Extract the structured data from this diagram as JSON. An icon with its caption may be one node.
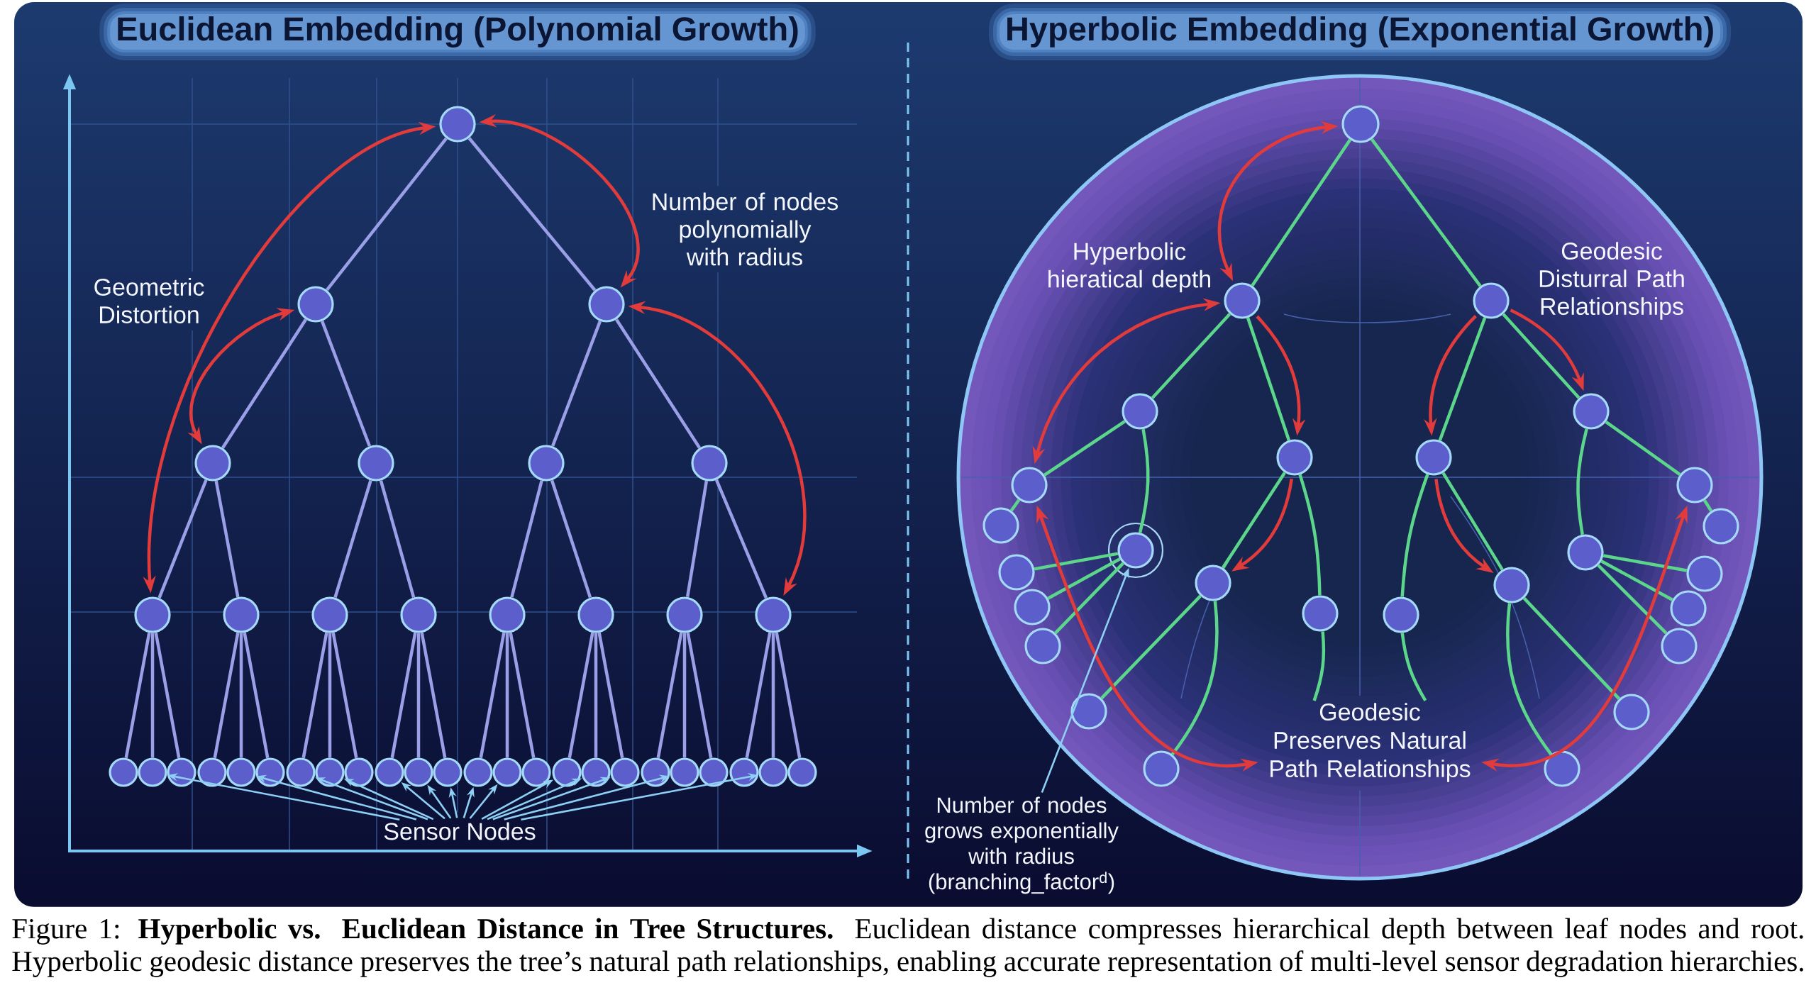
{
  "diagram": {
    "caption": "Figure 1: **Hyperbolic vs. Euclidean Distance in Tree Structures.** Euclidean distance compresses hierarchical depth between leaf nodes and root. Hyperbolic geodesic distance preserves the tree’s natural path relationships, enabling accurate representation of multi-level sensor degradation hierarchies.",
    "nodes": [
      {
        "text": [],
        "shape": "circle"
      },
      {
        "text": [],
        "shape": "circle"
      },
      {
        "text": [],
        "shape": "circle"
      },
      {
        "text": [],
        "shape": "circle"
      },
      {
        "text": [],
        "shape": "circle"
      },
      {
        "text": [],
        "shape": "circle"
      },
      {
        "text": [],
        "shape": "circle"
      },
      {
        "text": [],
        "shape": "circle"
      },
      {
        "text": [],
        "shape": "circle"
      },
      {
        "text": [],
        "shape": "circle"
      },
      {
        "text": [],
        "shape": "circle"
      },
      {
        "text": [],
        "shape": "circle"
      },
      {
        "text": [],
        "shape": "circle"
      },
      {
        "text": [],
        "shape": "circle"
      },
      {
        "text": [],
        "shape": "circle"
      },
      {
        "text": [],
        "shape": "circle"
      },
      {
        "text": [],
        "shape": "circle"
      },
      {
        "text": [],
        "shape": "circle"
      },
      {
        "text": [],
        "shape": "circle"
      },
      {
        "text": [],
        "shape": "circle"
      },
      {
        "text": [],
        "shape": "circle"
      },
      {
        "text": [],
        "shape": "circle"
      },
      {
        "text": [],
        "shape": "circle"
      },
      {
        "text": [],
        "shape": "circle"
      },
      {
        "text": [],
        "shape": "circle"
      },
      {
        "text": [],
        "shape": "circle"
      },
      {
        "text": [],
        "shape": "circle"
      },
      {
        "text": [],
        "shape": "circle"
      },
      {
        "text": [],
        "shape": "circle"
      },
      {
        "text": [],
        "shape": "circle"
      },
      {
        "text": [],
        "shape": "circle"
      },
      {
        "text": [],
        "shape": "circle"
      },
      {
        "text": [],
        "shape": "circle"
      },
      {
        "text": [],
        "shape": "circle"
      },
      {
        "text": [],
        "shape": "circle"
      },
      {
        "text": [],
        "shape": "circle"
      },
      {
        "text": [],
        "shape": "circle"
      },
      {
        "text": [],
        "shape": "circle"
      },
      {
        "text": [],
        "shape": "circle"
      },
      {
        "text": [
          "Sensor Nodes"
        ]
      },
      {
        "text": [],
        "shape": "circle"
      },
      {
        "text": [],
        "shape": "circle",
        "in": 40
      },
      {
        "text": [],
        "shape": "circle",
        "in": 40
      },
      {
        "text": [],
        "shape": "circle",
        "in": 40
      },
      {
        "text": [],
        "shape": "circle",
        "in": 40
      },
      {
        "text": [],
        "shape": "circle",
        "in": 40
      },
      {
        "text": [],
        "shape": "circle",
        "in": 40
      },
      {
        "text": [],
        "shape": "circle",
        "in": 40
      },
      {
        "text": [],
        "shape": "circle",
        "in": 40
      },
      {
        "text": [],
        "shape": "circle",
        "in": 40
      },
      {
        "text": [],
        "shape": "circle",
        "in": 40
      },
      {
        "text": [],
        "shape": "circle",
        "in": 40
      },
      {
        "text": [],
        "shape": "circle",
        "in": 40
      },
      {
        "text": [],
        "shape": "circle",
        "in": 40
      },
      {
        "text": [],
        "shape": "circle",
        "in": 40
      },
      {
        "text": [],
        "shape": "circle",
        "in": 40
      },
      {
        "text": [],
        "shape": "circle",
        "in": 40
      },
      {
        "text": [],
        "shape": "circle",
        "in": 40
      },
      {
        "text": [],
        "shape": "circle",
        "in": 40
      },
      {
        "text": [],
        "shape": "circle",
        "in": 40
      },
      {
        "text": [],
        "shape": "circle",
        "in": 40
      },
      {
        "text": [],
        "shape": "circle",
        "in": 40
      },
      {
        "text": [],
        "shape": "circle",
        "in": 40
      },
      {
        "text": [],
        "shape": "circle",
        "in": 40
      },
      {
        "text": [],
        "shape": "circle",
        "in": 40
      },
      {
        "text": [],
        "shape": "circle",
        "in": 40
      },
      {
        "text": [],
        "shape": "circle",
        "in": 40
      },
      {
        "text": [],
        "shape": "circle",
        "in": 40
      },
      {
        "text": [
          "Geodesic Preserves Natural Path Relationships"
        ],
        "in": 40
      },
      {
        "text": [
          "Number of nodes grows exponentially with radius (branching_factor$^{d}$)"
        ]
      }
    ],
    "edges": [
      {
        "from": 0,
        "to": 1,
        "arrow": "none"
      },
      {
        "from": 0,
        "to": 2,
        "arrow": "none"
      },
      {
        "from": 1,
        "to": 3,
        "arrow": "none"
      },
      {
        "from": 1,
        "to": 4,
        "arrow": "none"
      },
      {
        "from": 2,
        "to": 5,
        "arrow": "none"
      },
      {
        "from": 2,
        "to": 6,
        "arrow": "none"
      },
      {
        "from": 3,
        "to": 7,
        "arrow": "none"
      },
      {
        "from": 3,
        "to": 8,
        "arrow": "none"
      },
      {
        "from": 4,
        "to": 9,
        "arrow": "none"
      },
      {
        "from": 4,
        "to": 10,
        "arrow": "none"
      },
      {
        "from": 5,
        "to": 11,
        "arrow": "none"
      },
      {
        "from": 5,
        "to": 12,
        "arrow": "none"
      },
      {
        "from": 6,
        "to": 13,
        "arrow": "none"
      },
      {
        "from": 6,
        "to": 14,
        "arrow": "none"
      },
      {
        "from": 7,
        "to": 15,
        "arrow": "none"
      },
      {
        "from": 7,
        "to": 16,
        "arrow": "none"
      },
      {
        "from": 7,
        "to": 17,
        "arrow": "none"
      },
      {
        "from": 8,
        "to": 18,
        "arrow": "none"
      },
      {
        "from": 8,
        "to": 19,
        "arrow": "none"
      },
      {
        "from": 8,
        "to": 20,
        "arrow": "none"
      },
      {
        "from": 9,
        "to": 21,
        "arrow": "none"
      },
      {
        "from": 9,
        "to": 22,
        "arrow": "none"
      },
      {
        "from": 9,
        "to": 23,
        "arrow": "none"
      },
      {
        "from": 10,
        "to": 24,
        "arrow": "none"
      },
      {
        "from": 10,
        "to": 25,
        "arrow": "none"
      },
      {
        "from": 10,
        "to": 26,
        "arrow": "none"
      },
      {
        "from": 11,
        "to": 27,
        "arrow": "none"
      },
      {
        "from": 11,
        "to": 28,
        "arrow": "none"
      },
      {
        "from": 11,
        "to": 29,
        "arrow": "none"
      },
      {
        "from": 12,
        "to": 30,
        "arrow": "none"
      },
      {
        "from": 12,
        "to": 31,
        "arrow": "none"
      },
      {
        "from": 12,
        "to": 32,
        "arrow": "none"
      },
      {
        "from": 13,
        "to": 33,
        "arrow": "none"
      },
      {
        "from": 13,
        "to": 34,
        "arrow": "none"
      },
      {
        "from": 13,
        "to": 35,
        "arrow": "none"
      },
      {
        "from": 14,
        "to": 36,
        "arrow": "none"
      },
      {
        "from": 14,
        "to": 37,
        "arrow": "none"
      },
      {
        "from": 14,
        "to": 38,
        "arrow": "none"
      },
      {
        "from": 0,
        "to": 7,
        "arrow": "both",
        "color": "#e23b3b"
      },
      {
        "from": 0,
        "to": 2,
        "arrow": "both",
        "color": "#e23b3b"
      },
      {
        "from": 1,
        "to": 3,
        "arrow": "both",
        "color": "#e23b3b"
      },
      {
        "from": 2,
        "to": 14,
        "arrow": "both",
        "color": "#e23b3b"
      },
      {
        "from": 39,
        "to": 16,
        "arrow": "to",
        "color": "#8ecff4"
      },
      {
        "from": 39,
        "to": 19,
        "arrow": "to",
        "color": "#8ecff4"
      },
      {
        "from": 39,
        "to": 21,
        "arrow": "to",
        "color": "#8ecff4"
      },
      {
        "from": 39,
        "to": 22,
        "arrow": "to",
        "color": "#8ecff4"
      },
      {
        "from": 39,
        "to": 24,
        "arrow": "to",
        "color": "#8ecff4"
      },
      {
        "from": 39,
        "to": 25,
        "arrow": "to",
        "color": "#8ecff4"
      },
      {
        "from": 39,
        "to": 26,
        "arrow": "to",
        "color": "#8ecff4"
      },
      {
        "from": 39,
        "to": 27,
        "arrow": "to",
        "color": "#8ecff4"
      },
      {
        "from": 39,
        "to": 28,
        "arrow": "to",
        "color": "#8ecff4"
      },
      {
        "from": 39,
        "to": 30,
        "arrow": "to",
        "color": "#8ecff4"
      },
      {
        "from": 39,
        "to": 31,
        "arrow": "to",
        "color": "#8ecff4"
      },
      {
        "from": 39,
        "to": 32,
        "arrow": "to",
        "color": "#8ecff4"
      },
      {
        "from": 39,
        "to": 34,
        "arrow": "to",
        "color": "#8ecff4"
      },
      {
        "from": 39,
        "to": 37,
        "arrow": "to",
        "color": "#8ecff4"
      },
      {
        "from": 41,
        "to": 42,
        "arrow": "none",
        "color": "#5cd68a"
      },
      {
        "from": 41,
        "to": 43,
        "arrow": "none",
        "color": "#5cd68a"
      },
      {
        "from": 42,
        "to": 44,
        "arrow": "none",
        "color": "#5cd68a"
      },
      {
        "from": 42,
        "to": 45,
        "arrow": "none",
        "color": "#5cd68a"
      },
      {
        "from": 43,
        "to": 46,
        "arrow": "none",
        "color": "#5cd68a"
      },
      {
        "from": 43,
        "to": 47,
        "arrow": "none",
        "color": "#5cd68a"
      },
      {
        "from": 44,
        "to": 48,
        "arrow": "none",
        "color": "#5cd68a"
      },
      {
        "from": 44,
        "to": 49,
        "arrow": "none",
        "color": "#5cd68a"
      },
      {
        "from": 45,
        "to": 50,
        "arrow": "none",
        "color": "#5cd68a"
      },
      {
        "from": 45,
        "to": 51,
        "arrow": "none",
        "color": "#5cd68a"
      },
      {
        "from": 46,
        "to": 52,
        "arrow": "none",
        "color": "#5cd68a"
      },
      {
        "from": 46,
        "to": 53,
        "arrow": "none",
        "color": "#5cd68a"
      },
      {
        "from": 47,
        "to": 54,
        "arrow": "none",
        "color": "#5cd68a"
      },
      {
        "from": 47,
        "to": 55,
        "arrow": "none",
        "color": "#5cd68a"
      },
      {
        "from": 48,
        "to": 56,
        "arrow": "none",
        "color": "#5cd68a"
      },
      {
        "from": 49,
        "to": 57,
        "arrow": "none",
        "color": "#5cd68a"
      },
      {
        "from": 49,
        "to": 58,
        "arrow": "none",
        "color": "#5cd68a"
      },
      {
        "from": 49,
        "to": 59,
        "arrow": "none",
        "color": "#5cd68a"
      },
      {
        "from": 50,
        "to": 60,
        "arrow": "none",
        "color": "#5cd68a"
      },
      {
        "from": 50,
        "to": 61,
        "arrow": "none",
        "color": "#5cd68a"
      },
      {
        "from": 53,
        "to": 62,
        "arrow": "none",
        "color": "#5cd68a"
      },
      {
        "from": 53,
        "to": 63,
        "arrow": "none",
        "color": "#5cd68a"
      },
      {
        "from": 55,
        "to": 64,
        "arrow": "none",
        "color": "#5cd68a"
      },
      {
        "from": 54,
        "to": 65,
        "arrow": "none",
        "color": "#5cd68a"
      },
      {
        "from": 54,
        "to": 66,
        "arrow": "none",
        "color": "#5cd68a"
      },
      {
        "from": 54,
        "to": 67,
        "arrow": "none",
        "color": "#5cd68a"
      },
      {
        "from": 51,
        "to": 68,
        "arrow": "none",
        "color": "#5cd68a"
      },
      {
        "from": 52,
        "to": 68,
        "arrow": "none",
        "color": "#5cd68a"
      },
      {
        "from": 41,
        "to": 42,
        "arrow": "both",
        "color": "#e23b3b"
      },
      {
        "from": 42,
        "to": 45,
        "arrow": "to",
        "color": "#e23b3b"
      },
      {
        "from": 42,
        "to": 48,
        "arrow": "both",
        "color": "#e23b3b"
      },
      {
        "from": 45,
        "to": 50,
        "arrow": "to",
        "color": "#e23b3b"
      },
      {
        "from": 43,
        "to": 46,
        "arrow": "to",
        "color": "#e23b3b"
      },
      {
        "from": 43,
        "to": 47,
        "arrow": "to",
        "color": "#e23b3b"
      },
      {
        "from": 46,
        "to": 53,
        "arrow": "to",
        "color": "#e23b3b"
      },
      {
        "from": 48,
        "to": 68,
        "arrow": "both",
        "color": "#e23b3b"
      },
      {
        "from": 55,
        "to": 68,
        "arrow": "both",
        "color": "#e23b3b"
      },
      {
        "from": 69,
        "to": 49,
        "arrow": "to",
        "color": "#8ecff4"
      }
    ],
    "labels": [
      "Euclidean Embedding (Polynomial Growth)",
      "Hyperbolic Embedding (Exponential Growth)",
      "Geometric Distortion",
      "Number of nodes polynomially with radius",
      "Hyperbolic hieratical depth",
      "Geodesic Disturral Path Relationships"
    ]
  }
}
